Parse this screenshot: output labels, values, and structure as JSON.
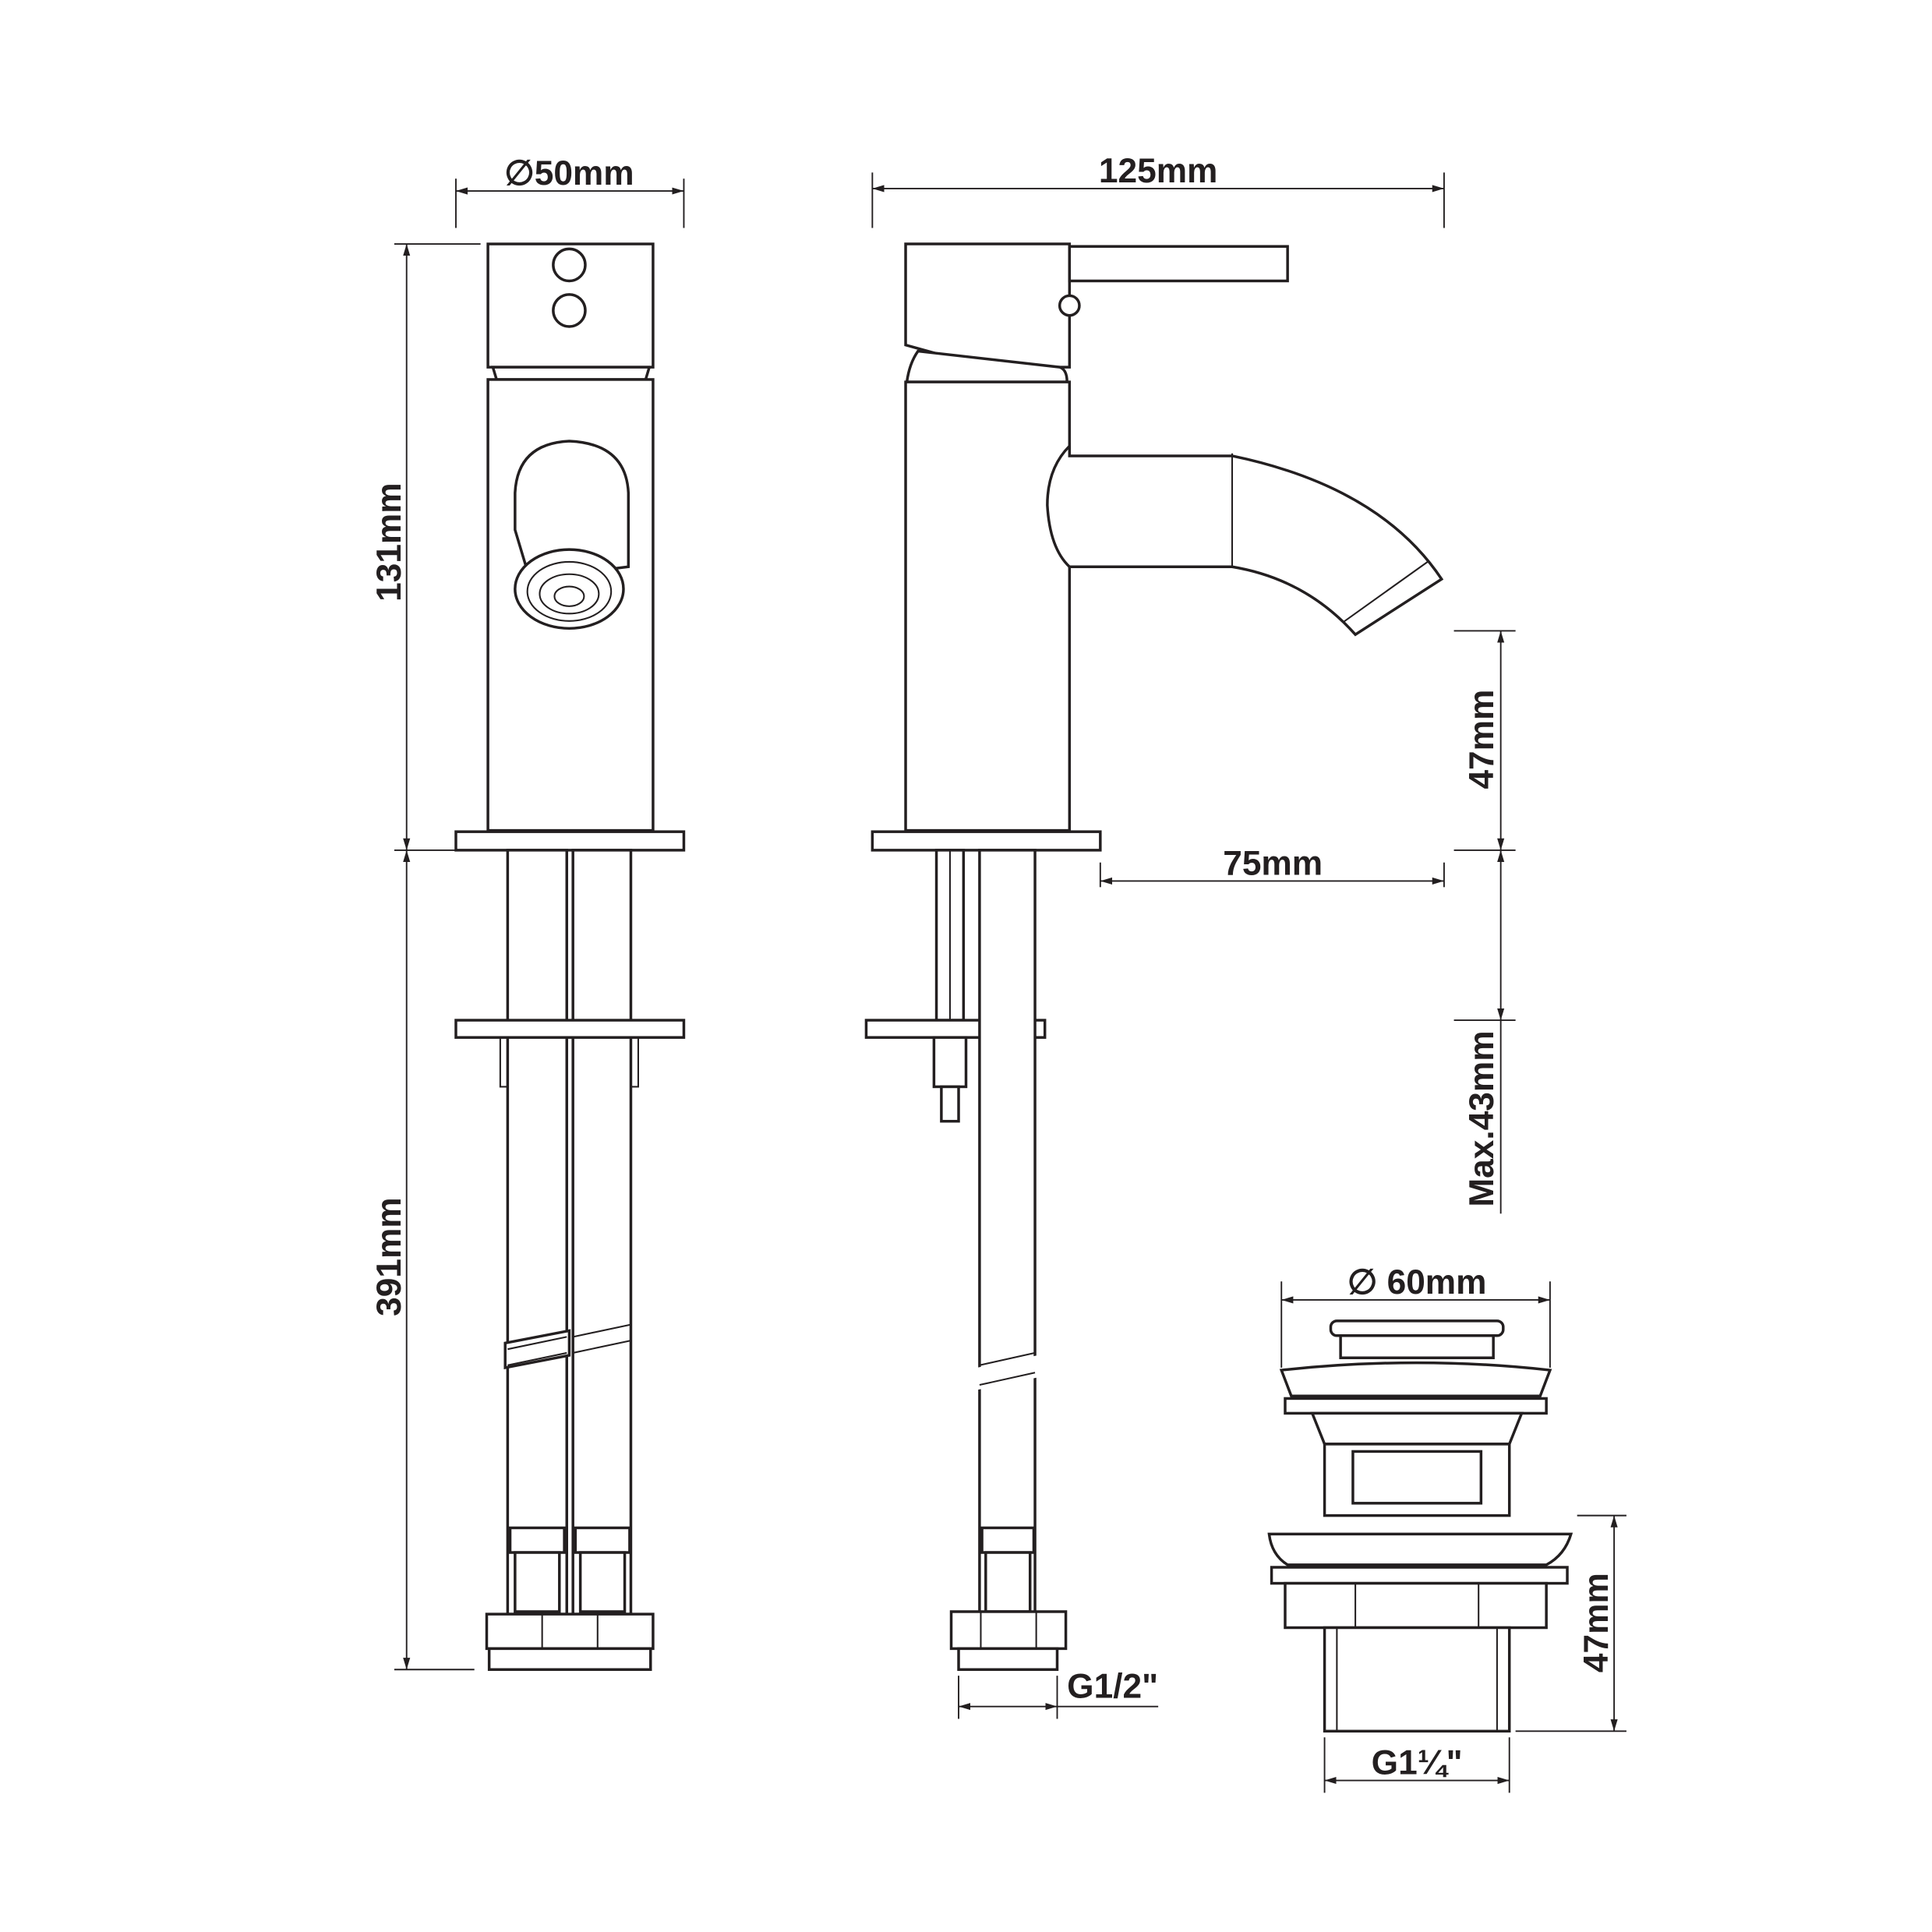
{
  "dimensions": {
    "front_diameter": "∅50mm",
    "overall_length": "125mm",
    "body_height": "131mm",
    "hose_length": "391mm",
    "spout_height": "47mm",
    "spout_reach": "75mm",
    "max_deck_thickness": "Max.43mm",
    "waste_diameter": "∅ 60mm",
    "hose_connection": "G1/2\"",
    "waste_height": "47mm",
    "waste_thread": "G1¼\""
  },
  "colors": {
    "line": "#231f20",
    "background": "#ffffff"
  }
}
